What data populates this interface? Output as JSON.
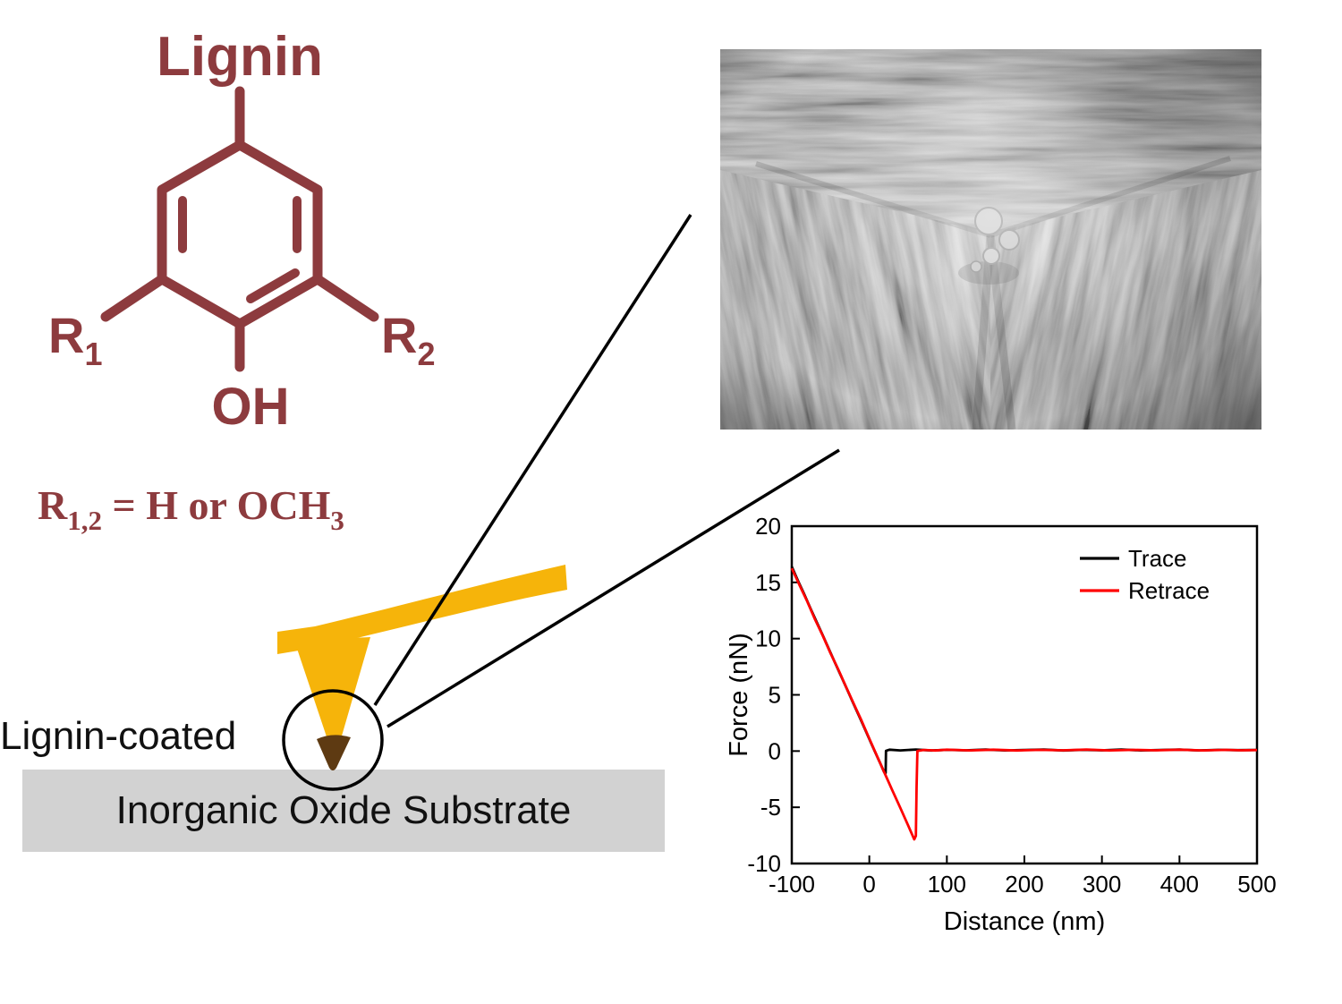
{
  "colors": {
    "maroon": "#8d3b3e",
    "cantilever": "#F6B40A",
    "tip_brown": "#5E3A12",
    "substrate_gray": "#d2d2d2",
    "trace": "#000000",
    "retrace": "#ff0000"
  },
  "molecule": {
    "title": "Lignin",
    "r1": {
      "base": "R",
      "sub": "1"
    },
    "r2": {
      "base": "R",
      "sub": "2"
    },
    "hydroxyl": "OH",
    "formula": {
      "base": "R",
      "sub": "1,2",
      "mid": " = H or OCH",
      "sub2": "3"
    }
  },
  "scene": {
    "lignin_coated_label": "Lignin-coated",
    "substrate_label": "Inorganic Oxide Substrate"
  },
  "chart_data": {
    "type": "line",
    "title": "",
    "xlabel": "Distance (nm)",
    "ylabel": "Force (nN)",
    "xlim": [
      -100,
      500
    ],
    "ylim": [
      -10,
      20
    ],
    "xticks": [
      -100,
      0,
      100,
      200,
      300,
      400,
      500
    ],
    "yticks": [
      -10,
      -5,
      0,
      5,
      10,
      15,
      20
    ],
    "grid": false,
    "legend_position": "top-right",
    "series": [
      {
        "name": "Trace",
        "color": "#000000",
        "points": [
          [
            -100,
            16.4
          ],
          [
            -92,
            15.15
          ],
          [
            -84,
            13.95
          ],
          [
            -76,
            12.7
          ],
          [
            -68,
            11.5
          ],
          [
            -60,
            10.28
          ],
          [
            -52,
            9.05
          ],
          [
            -44,
            7.82
          ],
          [
            -36,
            6.6
          ],
          [
            -28,
            5.38
          ],
          [
            -20,
            4.15
          ],
          [
            -12,
            2.93
          ],
          [
            -4,
            1.7
          ],
          [
            4,
            0.45
          ],
          [
            10,
            -0.47
          ],
          [
            15,
            -1.23
          ],
          [
            19,
            -1.85
          ],
          [
            21,
            -1.95
          ],
          [
            21.5,
            0.02
          ],
          [
            26,
            0.12
          ],
          [
            40,
            0.06
          ],
          [
            60,
            0.14
          ],
          [
            80,
            0.05
          ],
          [
            100,
            0.11
          ],
          [
            125,
            0.07
          ],
          [
            150,
            0.13
          ],
          [
            175,
            0.06
          ],
          [
            200,
            0.1
          ],
          [
            225,
            0.14
          ],
          [
            250,
            0.05
          ],
          [
            275,
            0.11
          ],
          [
            300,
            0.07
          ],
          [
            325,
            0.13
          ],
          [
            350,
            0.06
          ],
          [
            375,
            0.1
          ],
          [
            400,
            0.13
          ],
          [
            425,
            0.06
          ],
          [
            450,
            0.11
          ],
          [
            475,
            0.08
          ],
          [
            500,
            0.1
          ]
        ]
      },
      {
        "name": "Retrace",
        "color": "#ff0000",
        "points": [
          [
            -100,
            16.25
          ],
          [
            -90,
            14.75
          ],
          [
            -80,
            13.3
          ],
          [
            -70,
            11.7
          ],
          [
            -60,
            10.25
          ],
          [
            -50,
            8.7
          ],
          [
            -40,
            7.25
          ],
          [
            -30,
            5.7
          ],
          [
            -20,
            4.2
          ],
          [
            -10,
            2.7
          ],
          [
            0,
            1.1
          ],
          [
            10,
            -0.45
          ],
          [
            20,
            -2.0
          ],
          [
            30,
            -3.55
          ],
          [
            40,
            -5.05
          ],
          [
            50,
            -6.6
          ],
          [
            56,
            -7.55
          ],
          [
            58,
            -7.85
          ],
          [
            60,
            -7.55
          ],
          [
            61,
            -3.2
          ],
          [
            62,
            0.0
          ],
          [
            70,
            0.1
          ],
          [
            85,
            0.05
          ],
          [
            100,
            0.12
          ],
          [
            130,
            0.06
          ],
          [
            160,
            0.12
          ],
          [
            190,
            0.05
          ],
          [
            220,
            0.11
          ],
          [
            250,
            0.07
          ],
          [
            280,
            0.13
          ],
          [
            310,
            0.06
          ],
          [
            340,
            0.11
          ],
          [
            370,
            0.07
          ],
          [
            400,
            0.12
          ],
          [
            430,
            0.06
          ],
          [
            460,
            0.11
          ],
          [
            480,
            0.07
          ],
          [
            500,
            0.09
          ]
        ]
      }
    ]
  }
}
